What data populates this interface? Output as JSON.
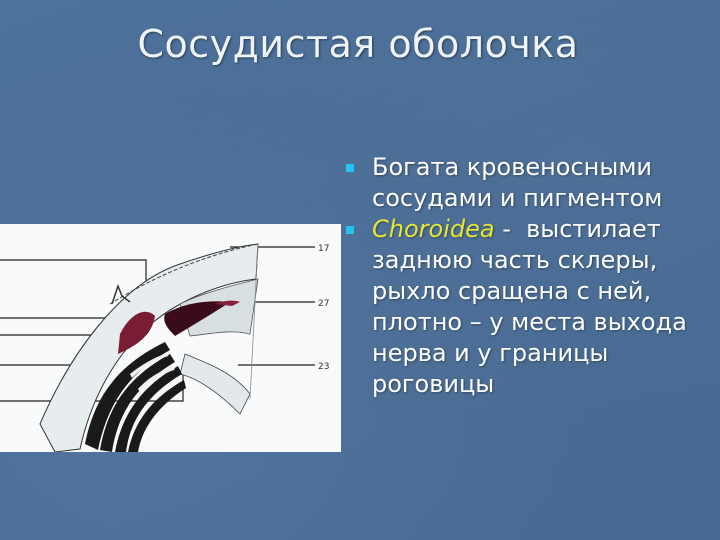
{
  "slide": {
    "title": "Сосудистая оболочка",
    "background_color": "#4a6d96",
    "bullet_color": "#21c4f0",
    "term_color": "#e6e632"
  },
  "bullets": [
    {
      "lines": [
        "Богата кровеносными",
        "сосудами и пигментом"
      ]
    },
    {
      "term": "Choroidea",
      "separator": " -  ",
      "first_line_rest": "выстилает",
      "lines": [
        "заднюю часть склеры,",
        "рыхло сращена с ней,",
        "плотно – у места выхода",
        "нерва и у границы",
        "роговицы"
      ]
    }
  ],
  "figure": {
    "description": "anatomical-eye-section-ciliary-body",
    "labels": [
      "17",
      "27",
      "23"
    ]
  }
}
